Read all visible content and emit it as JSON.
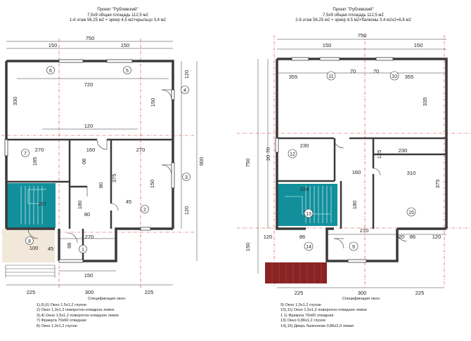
{
  "colors": {
    "wall": "#3a3a3a",
    "axis": "#d12b2b",
    "stair": "#11909c",
    "porch": "#f1e8da",
    "brick": "#8a2323",
    "dim": "#333333"
  },
  "sheet1": {
    "title": {
      "line1": "Проект \"Рублевский\"",
      "line2": "7,5х9 общая площадь 112,5 м2",
      "line3": "1-й этаж 56,25 м2 + эркер 4,5 м2+крыльцо 3,4 м2"
    },
    "dims": {
      "top_total": "750",
      "top_win_a": "150",
      "top_win_b": "150",
      "right_h_top": "120",
      "right_total": "900",
      "right_h_mid": "150",
      "right_h_bottom": "120",
      "left_h_top": "330",
      "width_720": "720",
      "width_120": "120",
      "win_150_r": "150",
      "w270": "270",
      "w160": "160",
      "w270b": "270",
      "h185": "185",
      "h80a": "80",
      "h80b": "80",
      "h375": "375",
      "w150_right": "150",
      "w45": "45",
      "w80": "80",
      "h180": "180",
      "h267": "267",
      "w270_bottom": "270",
      "h98": "98",
      "w100": "100",
      "w45b": "45",
      "bottom_win": "150",
      "bottom_225_l": "225",
      "bottom_300": "300",
      "bottom_225_r": "225"
    },
    "windows": {
      "w1": "1",
      "w2": "2",
      "w3": "3",
      "w4": "4",
      "w5": "5",
      "w6": "6",
      "w7": "7",
      "w8": "8"
    },
    "spec": {
      "title": "Спецификация окон:",
      "items": [
        "1),5),6) Окно 1,5х1,2 глухое",
        "2) Окно 1,0х1,2 поворотно-откидное левое",
        "3),4) Окно 1,5х1,2  поворотно-откидное левое",
        "7) Фрамуга 70х60 откидная",
        "8) Окно 1,0х1,2 глухое"
      ]
    }
  },
  "sheet2": {
    "title": {
      "line1": "Проект \"Рублевский\"",
      "line2": "7,5х9 общая площадь 112,5 м2",
      "line3": "2-й этаж 56,25 м2 + эркер 4,5 м2+балконы 3,4 м2х2=6,8 м2"
    },
    "dims": {
      "top_total": "750",
      "top_win": "150",
      "top_150b": "150",
      "w355a": "355",
      "w70a": "70",
      "w70b": "70",
      "w355b": "355",
      "h335": "335",
      "w230a": "230",
      "w230b": "230",
      "h125": "125",
      "h70": "70",
      "h20": "20",
      "w160": "160",
      "w310": "310",
      "h375": "375",
      "w234": "234",
      "h180": "180",
      "w270": "270",
      "w120a": "120",
      "w86a": "86",
      "w86b": "86",
      "w120b": "120",
      "left_150": "150",
      "left_750": "750",
      "w20": "20",
      "bottom_225_l": "225",
      "bottom_300": "300",
      "bottom_225_r": "225"
    },
    "windows": {
      "w9": "9",
      "w10": "10",
      "w11": "11",
      "w12": "12",
      "w13": "13",
      "w14": "14",
      "w15": "15"
    },
    "spec": {
      "title": "Спецификация окон:",
      "items": [
        "9) Окно 1,5х1,2 глухое",
        "10),11) Окно 1,5х1,2 поворотно-откидное левое",
        "1 1) Фрамуга 70х60 откидная",
        "13) Окно 0,86х1,2 глухое",
        "14),15) Дверь балконная 0,86х2,0 левая"
      ]
    }
  }
}
